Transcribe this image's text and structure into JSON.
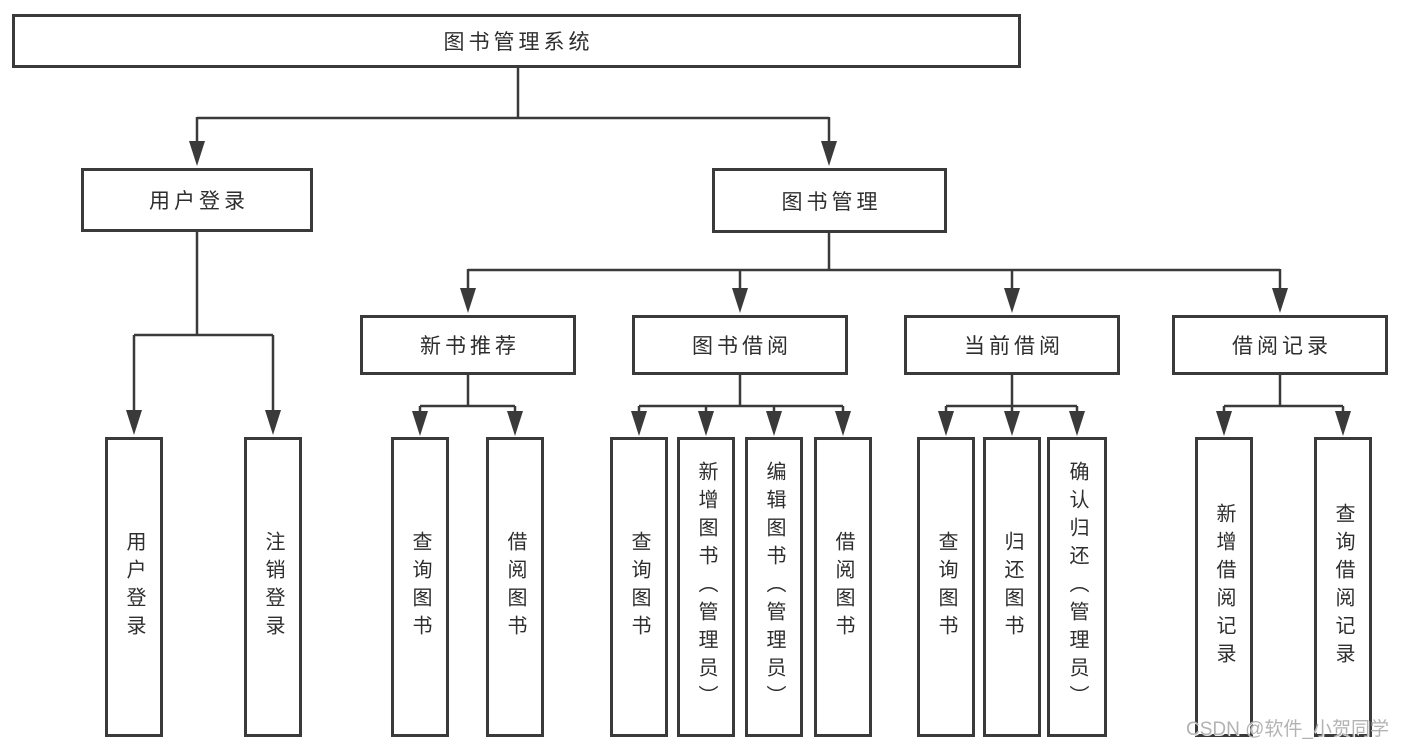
{
  "diagram": {
    "root": {
      "label": "图书管理系统"
    },
    "level2": [
      {
        "label": "用户登录",
        "children": [
          {
            "label": "用户登录"
          },
          {
            "label": "注销登录"
          }
        ]
      },
      {
        "label": "图书管理",
        "children": [
          {
            "label": "新书推荐",
            "children": [
              {
                "label": "查询图书"
              },
              {
                "label": "借阅图书"
              }
            ]
          },
          {
            "label": "图书借阅",
            "children": [
              {
                "label": "查询图书"
              },
              {
                "label": "新增图书（管理员）"
              },
              {
                "label": "编辑图书（管理员）"
              },
              {
                "label": "借阅图书"
              }
            ]
          },
          {
            "label": "当前借阅",
            "children": [
              {
                "label": "查询图书"
              },
              {
                "label": "归还图书"
              },
              {
                "label": "确认归还（管理员）"
              }
            ]
          },
          {
            "label": "借阅记录",
            "children": [
              {
                "label": "新增借阅记录"
              },
              {
                "label": "查询借阅记录"
              }
            ]
          }
        ]
      }
    ]
  },
  "watermark": {
    "text": "CSDN @软件_小贺同学"
  },
  "colors": {
    "line": "#3a3a3a",
    "text": "#2e2e2e",
    "watermark": "#b3b3b3",
    "background": "#ffffff"
  }
}
